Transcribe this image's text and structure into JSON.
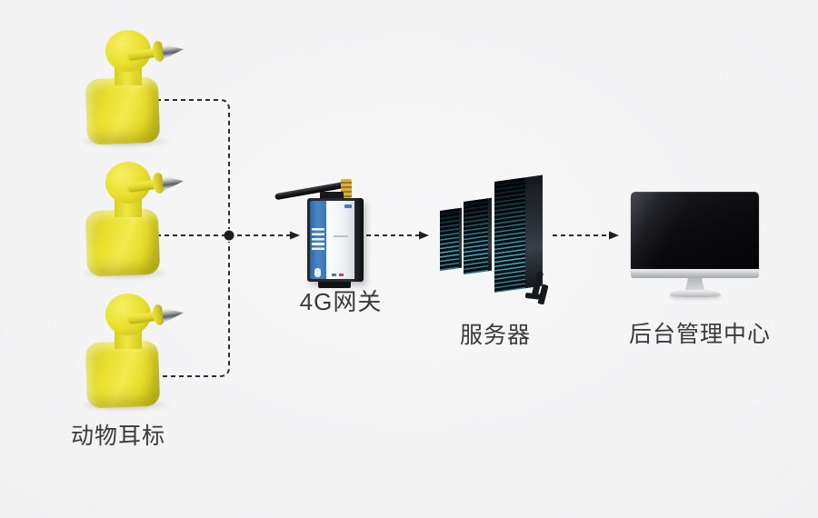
{
  "page": {
    "background": "#f5f5f6"
  },
  "diagram": {
    "type": "iot-architecture-flow",
    "line_color": "#2d2d2d",
    "nodes": [
      {
        "id": "animal-ear-tags",
        "label": "动物耳标",
        "type": "animal-ear-tag",
        "item_count": 3,
        "color": "#e9e02c"
      },
      {
        "id": "gateway-4g",
        "label": "4G网关",
        "type": "4g-gateway",
        "panel_color": "#3f7dbd",
        "antenna_connector_color": "#c9a227"
      },
      {
        "id": "server",
        "label": "服务器",
        "type": "server-rack-cluster",
        "item_count": 3,
        "led_color": "#3cc0d7"
      },
      {
        "id": "management-center",
        "label": "后台管理中心",
        "type": "desktop-monitor",
        "screen_color": "#0a0a0d"
      }
    ],
    "connections": [
      {
        "from": "animal-ear-tag-1",
        "to": "gateway-4g",
        "style": "dashed-arrow"
      },
      {
        "from": "animal-ear-tag-2",
        "to": "gateway-4g",
        "style": "dashed-arrow"
      },
      {
        "from": "animal-ear-tag-3",
        "to": "gateway-4g",
        "style": "dashed-arrow"
      },
      {
        "from": "gateway-4g",
        "to": "server",
        "style": "dashed-arrow"
      },
      {
        "from": "server",
        "to": "management-center",
        "style": "dashed-arrow"
      }
    ]
  }
}
